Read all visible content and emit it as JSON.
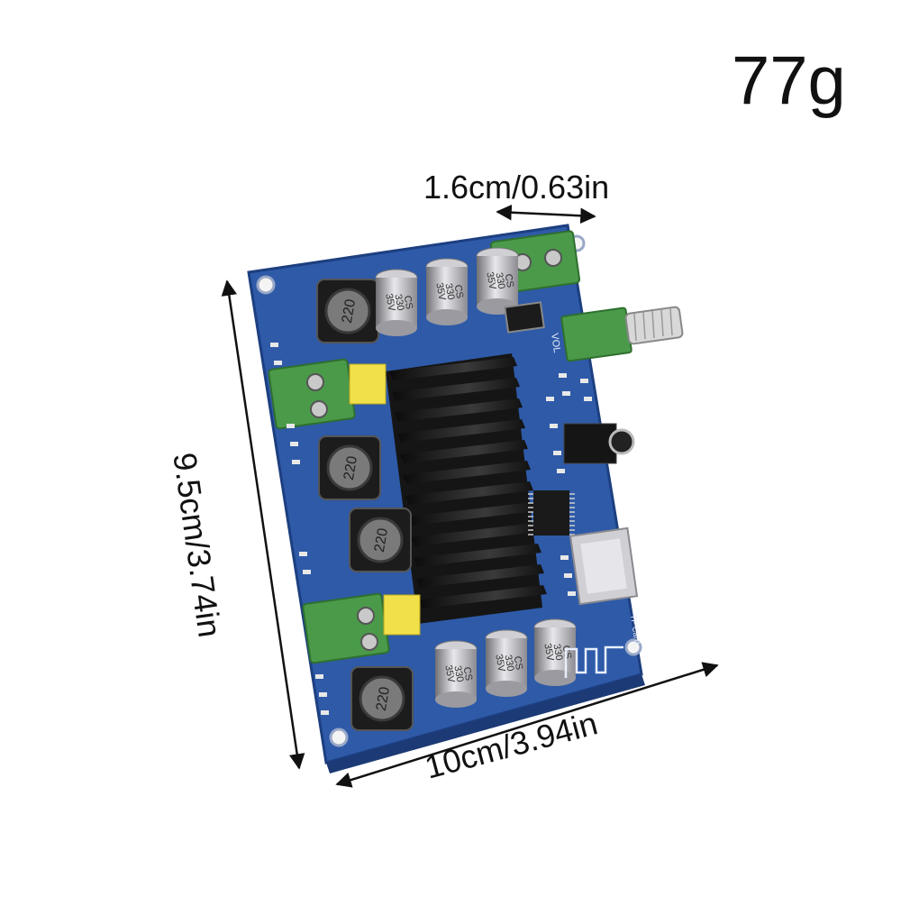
{
  "weight": "77g",
  "dimensions": {
    "depth": "1.6cm/0.63in",
    "height": "9.5cm/3.74in",
    "width": "10cm/3.94in"
  },
  "board": {
    "inductor_label": "220",
    "capacitor_label_lines": [
      "CS",
      "330",
      "35V"
    ],
    "vol_label": "VOL",
    "tf_label": "TF Card",
    "colors": {
      "pcb": "#2e5aa8",
      "terminal": "#4a9a4a",
      "heatsink": "#1e1e1e",
      "capacitor_yellow": "#f2e04a"
    }
  }
}
